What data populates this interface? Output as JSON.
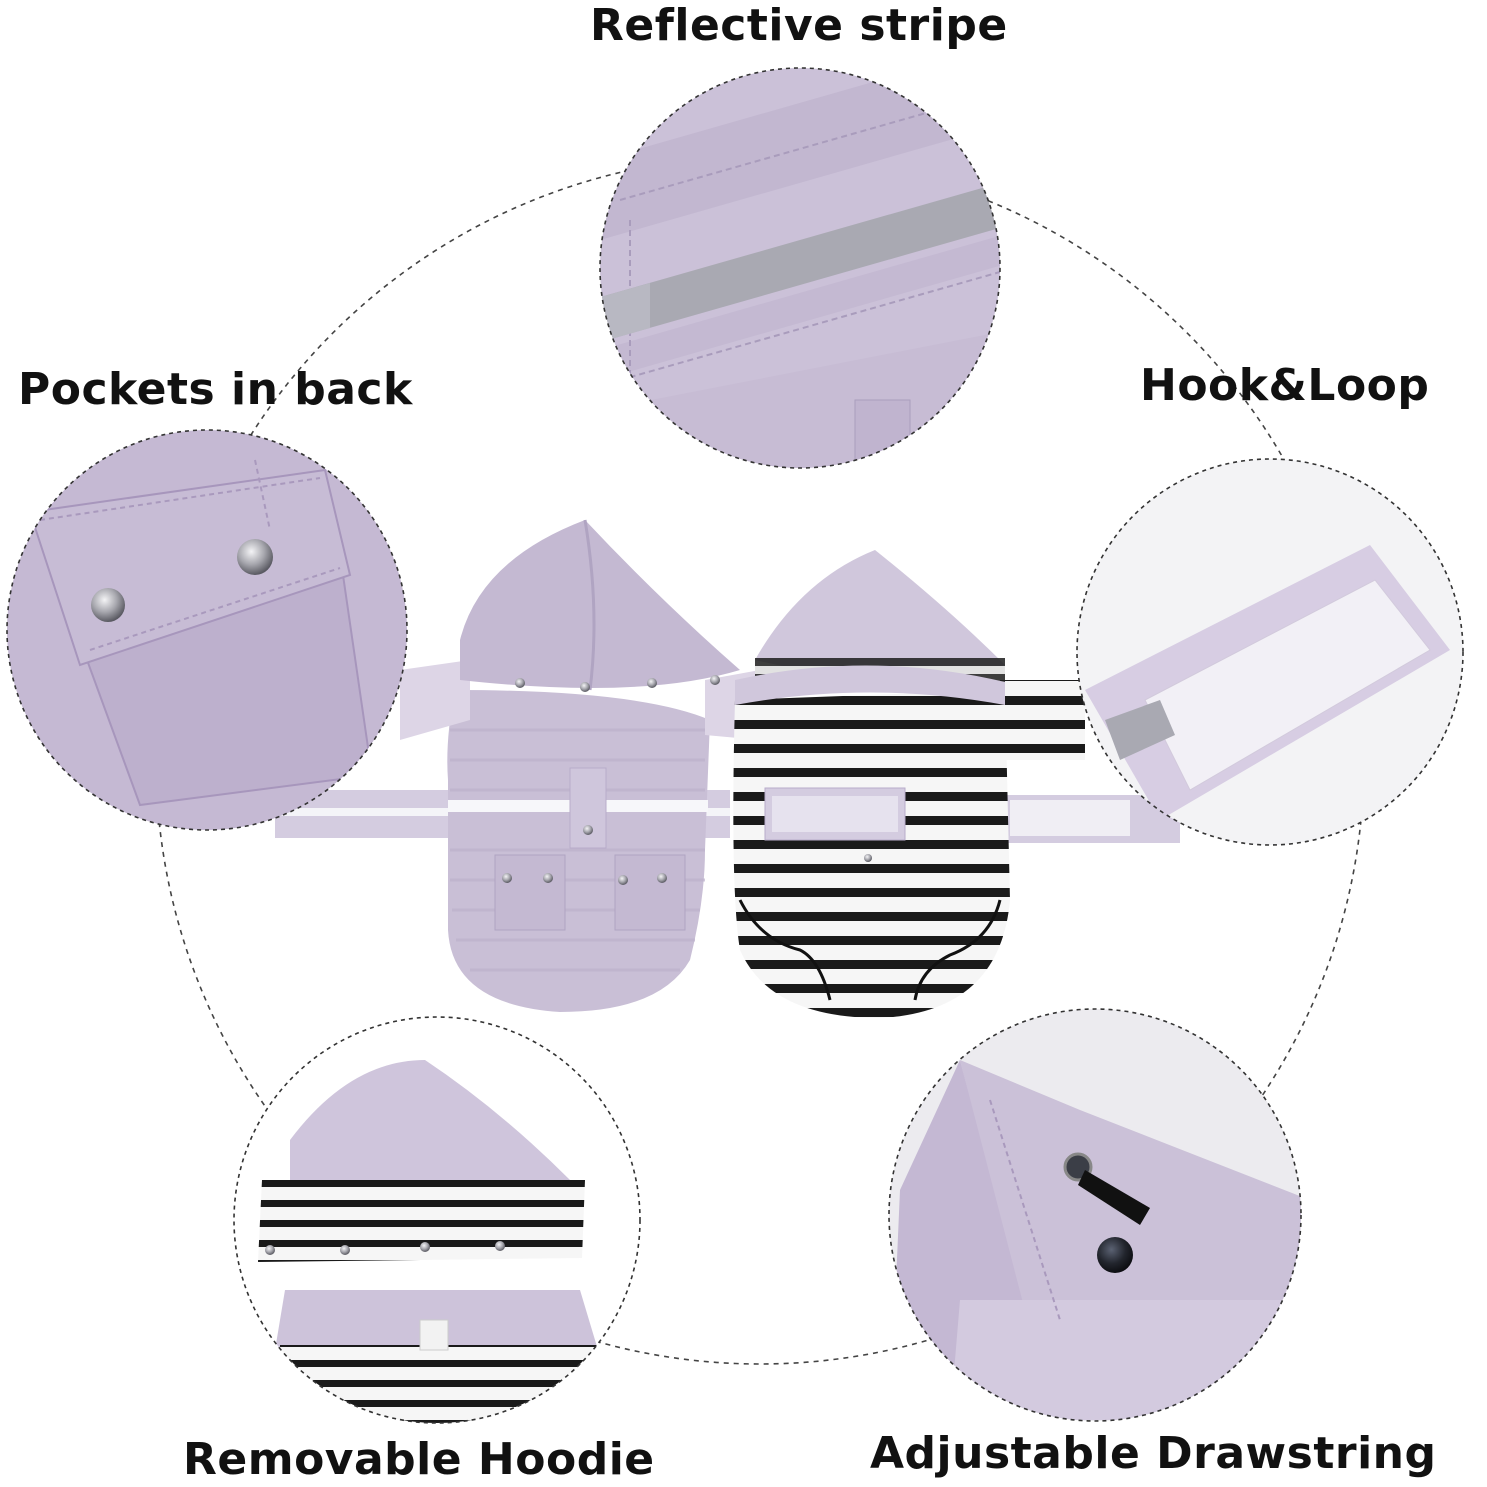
{
  "labels": {
    "reflective_stripe": "Reflective stripe",
    "pockets_in_back": "Pockets in back",
    "hook_and_loop": "Hook&Loop",
    "removable_hoodie": "Removable Hoodie",
    "adjustable_drawstring": "Adjustable Drawstring"
  },
  "colors": {
    "lavender": "#c9bfd6",
    "lavender_dark": "#b3a8c3",
    "lavender_light": "#ddd5e6",
    "reflective_gray": "#a9a9b2",
    "stripe_black": "#1a1a1a",
    "stripe_white": "#f6f6f6",
    "velcro_white": "#f0eef4",
    "snap_silver": "#b9b9bf",
    "circle_border": "#333333",
    "background": "#ffffff"
  }
}
